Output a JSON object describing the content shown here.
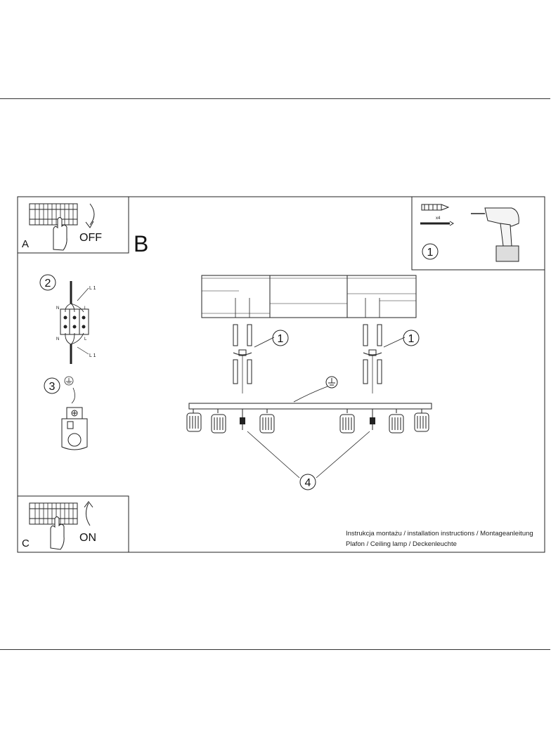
{
  "panels": {
    "a": {
      "letter": "A",
      "action": "OFF"
    },
    "b": {
      "letter": "B"
    },
    "c": {
      "letter": "C",
      "action": "ON"
    }
  },
  "steps": {
    "s1": "1",
    "s2": "2",
    "s3": "3",
    "s4": "4"
  },
  "wiring": {
    "top_label": "L 1",
    "bottom_label": "L 1",
    "n": "N",
    "l": "L"
  },
  "tools": {
    "anchor_count": "x4"
  },
  "footer": {
    "line1": "Instrukcja montażu / installation instructions / Montageanleitung",
    "line2": "Plafon / Ceiling lamp / Deckenleuchte"
  }
}
